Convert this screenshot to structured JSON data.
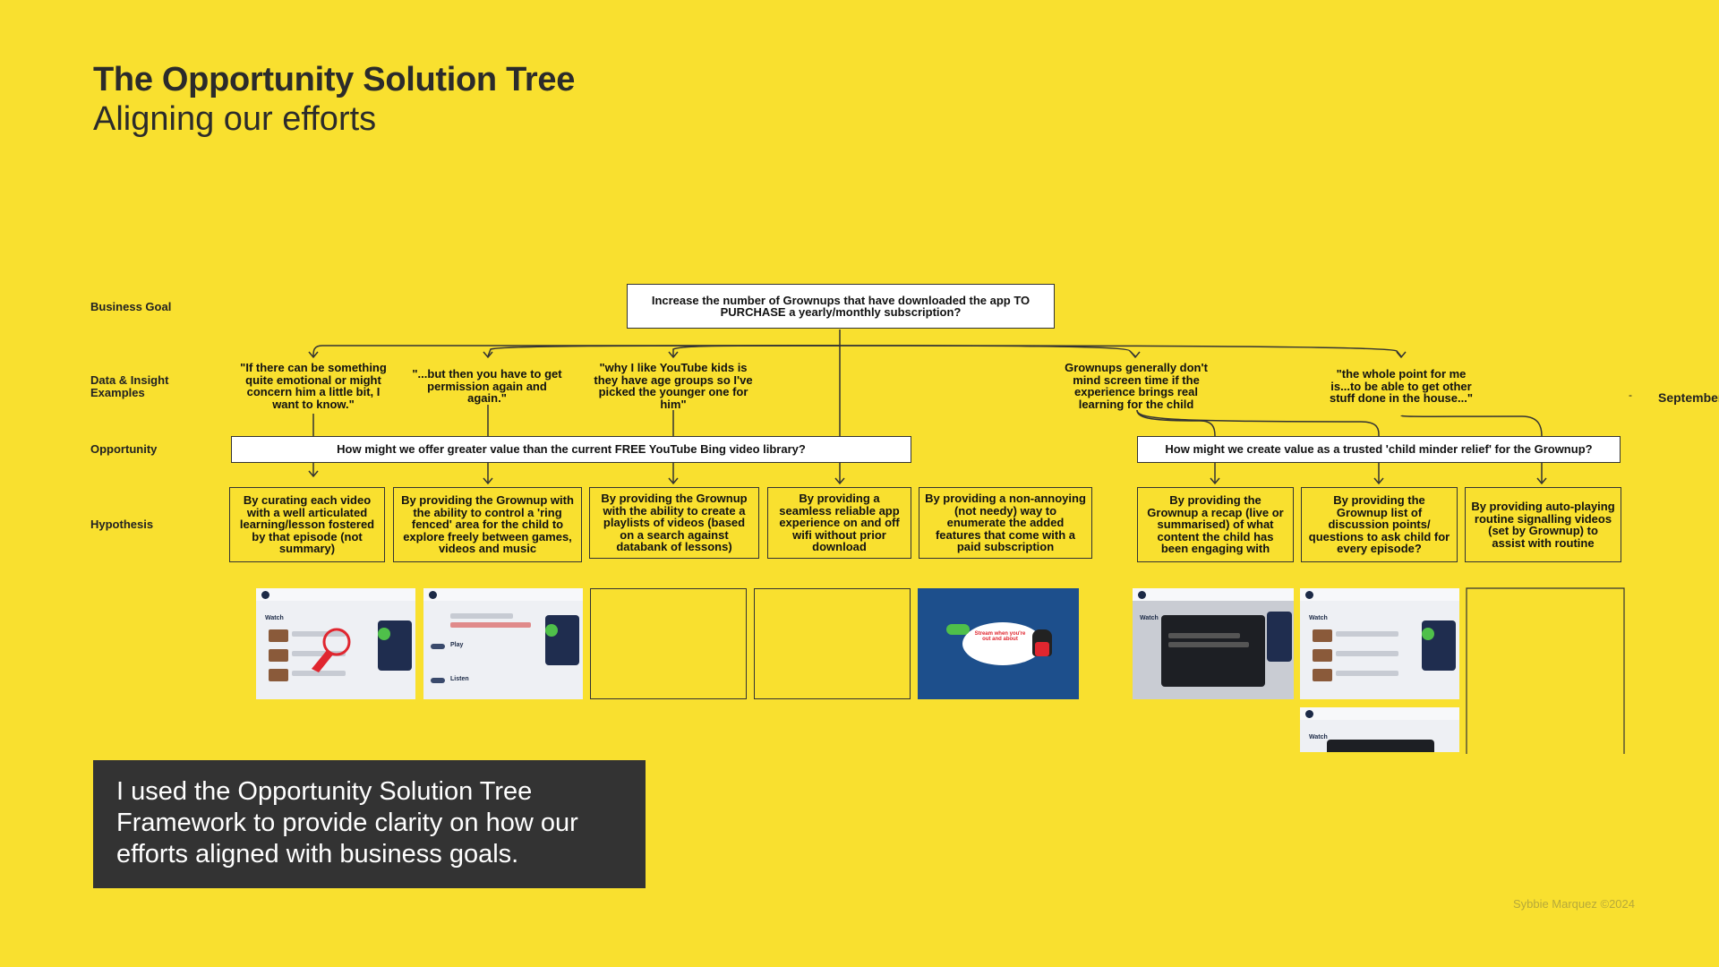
{
  "header": {
    "title": "The Opportunity Solution Tree",
    "subtitle": "Aligning our efforts"
  },
  "rows": {
    "business_goal": "Business Goal",
    "data_insight": "Data & Insight\nExamples",
    "opportunity": "Opportunity",
    "hypothesis": "Hypothesis"
  },
  "business_goal": "Increase the number of Grownups that have downloaded the app TO PURCHASE a yearly/monthly subscription?",
  "insights": [
    "\"If there can be something quite emotional or might concern him a little bit, I want to know.\"",
    "\"...but then you have to get permission again and again.\"",
    "\"why I like YouTube kids is they have age groups so I've picked the younger one for him\"",
    "Grownups generally don't mind screen time if the experience brings real learning for the child",
    "\"the whole point for me is...to be able to get other stuff done in the house...\""
  ],
  "opportunities": [
    "How might we offer greater value than the current FREE YouTube Bing video library?",
    "How might we create value as a trusted 'child minder relief' for the Grownup?"
  ],
  "hypotheses": [
    "By curating each video with a well articulated learning/lesson fostered by that episode (not summary)",
    "By providing the Grownup with the ability to control a 'ring fenced' area for the child to explore freely between games, videos and music",
    "By providing the Grownup with the ability to create a playlists of videos (based on a search against databank of lessons)",
    "By providing a seamless reliable app experience on and off wifi without prior download",
    "By providing a non-annoying (not needy) way to enumerate the added features that come with a paid subscription",
    "By providing the Grownup a recap (live or summarised) of what content the child has been engaging with",
    "By providing the Grownup list of discussion points/ questions to ask child for every episode?",
    "By providing auto-playing routine signalling videos (set by Grownup) to assist with routine"
  ],
  "mockups": {
    "watch": "Watch",
    "play": "Play",
    "listen": "Listen",
    "stream_bubble": "Stream when you're out and about"
  },
  "edge_label": "September",
  "edge_dash": "-",
  "callout": "I used the Opportunity Solution Tree Framework to provide clarity on how our efforts aligned with business goals.",
  "footer": "Sybbie Marquez ©2024",
  "colors": {
    "background": "#F9E02F",
    "callout_bg": "#333333",
    "text_dark": "#2b2b2b",
    "app_navy": "#1c2a46"
  }
}
